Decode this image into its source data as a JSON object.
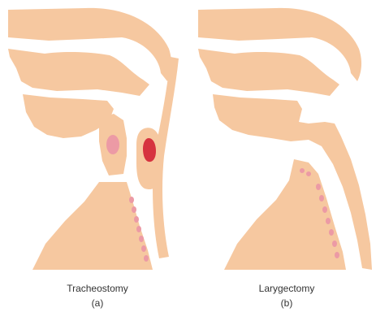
{
  "panels": [
    {
      "title": "Tracheostomy",
      "tag": "(a)"
    },
    {
      "title": "Larygectomy",
      "tag": "(b)"
    }
  ],
  "colors": {
    "tissue": "#f6c8a0",
    "cartilage_pink": "#ec9aa5",
    "stoma_red": "#d6323f",
    "background": "#ffffff"
  }
}
